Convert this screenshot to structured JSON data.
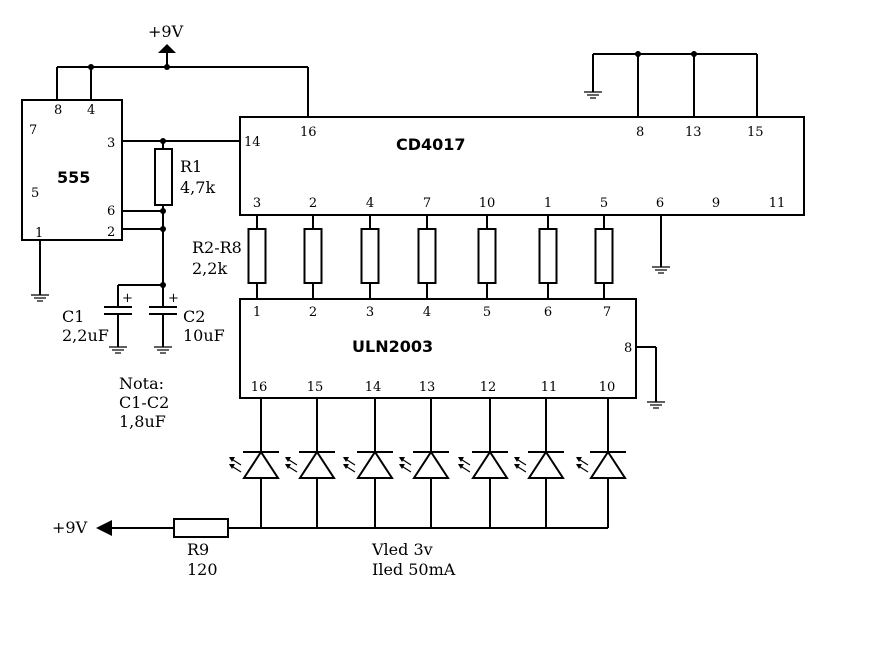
{
  "supply_top": "+9V",
  "supply_bottom": "+9V",
  "ic_555": {
    "name": "555",
    "pin8": "8",
    "pin4": "4",
    "pin7": "7",
    "pin3": "3",
    "pin5": "5",
    "pin6": "6",
    "pin1": "1",
    "pin2": "2"
  },
  "cd4017": {
    "name": "CD4017",
    "top_pins": [
      "14",
      "16",
      "8",
      "13",
      "15"
    ],
    "bottom_pins": [
      "3",
      "2",
      "4",
      "7",
      "10",
      "1",
      "5",
      "6",
      "9",
      "11"
    ]
  },
  "uln2003": {
    "name": "ULN2003",
    "top_pins": [
      "1",
      "2",
      "3",
      "4",
      "5",
      "6",
      "7"
    ],
    "right_pin": "8",
    "bottom_pins": [
      "16",
      "15",
      "14",
      "13",
      "12",
      "11",
      "10"
    ]
  },
  "r1": {
    "name": "R1",
    "value": "4,7k"
  },
  "r2_r8": {
    "name": "R2-R8",
    "value": "2,2k"
  },
  "c1": {
    "name": "C1",
    "value": "2,2uF"
  },
  "c2": {
    "name": "C2",
    "value": "10uF"
  },
  "note": {
    "title": "Nota:",
    "line1": "C1-C2",
    "line2": "1,8uF"
  },
  "r9": {
    "name": "R9",
    "value": "120"
  },
  "led_info": {
    "voltage": "Vled 3v",
    "current": "Iled 50mA"
  },
  "cap_polarity": "+"
}
